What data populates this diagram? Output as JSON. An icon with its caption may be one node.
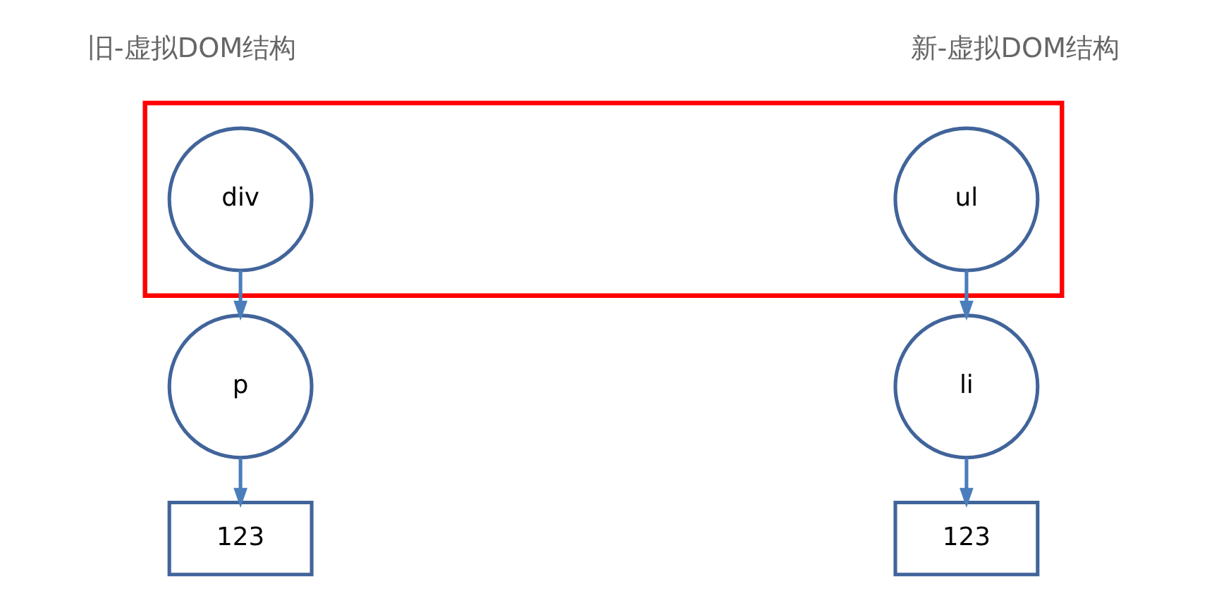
{
  "diagram": {
    "nodes": [
      {
        "text": [],
        "shape": "box"
      },
      {
        "text": [
          "div"
        ],
        "in": 0
      },
      {
        "text": [
          "ul"
        ],
        "in": 0
      },
      {
        "text": [
          "p"
        ]
      },
      {
        "text": [
          "li"
        ]
      },
      {
        "text": [
          "123"
        ]
      },
      {
        "text": [
          "123"
        ]
      }
    ],
    "edges": [
      {
        "from": 1,
        "to": 3,
        "arrow": "to"
      },
      {
        "from": 3,
        "to": 5,
        "arrow": "to"
      },
      {
        "from": 2,
        "to": 4,
        "arrow": "to"
      },
      {
        "from": 4,
        "to": 6,
        "arrow": "to"
      }
    ],
    "labels": [
      "旧-虚拟DOM结构",
      "新-虚拟DOM结构"
    ]
  }
}
